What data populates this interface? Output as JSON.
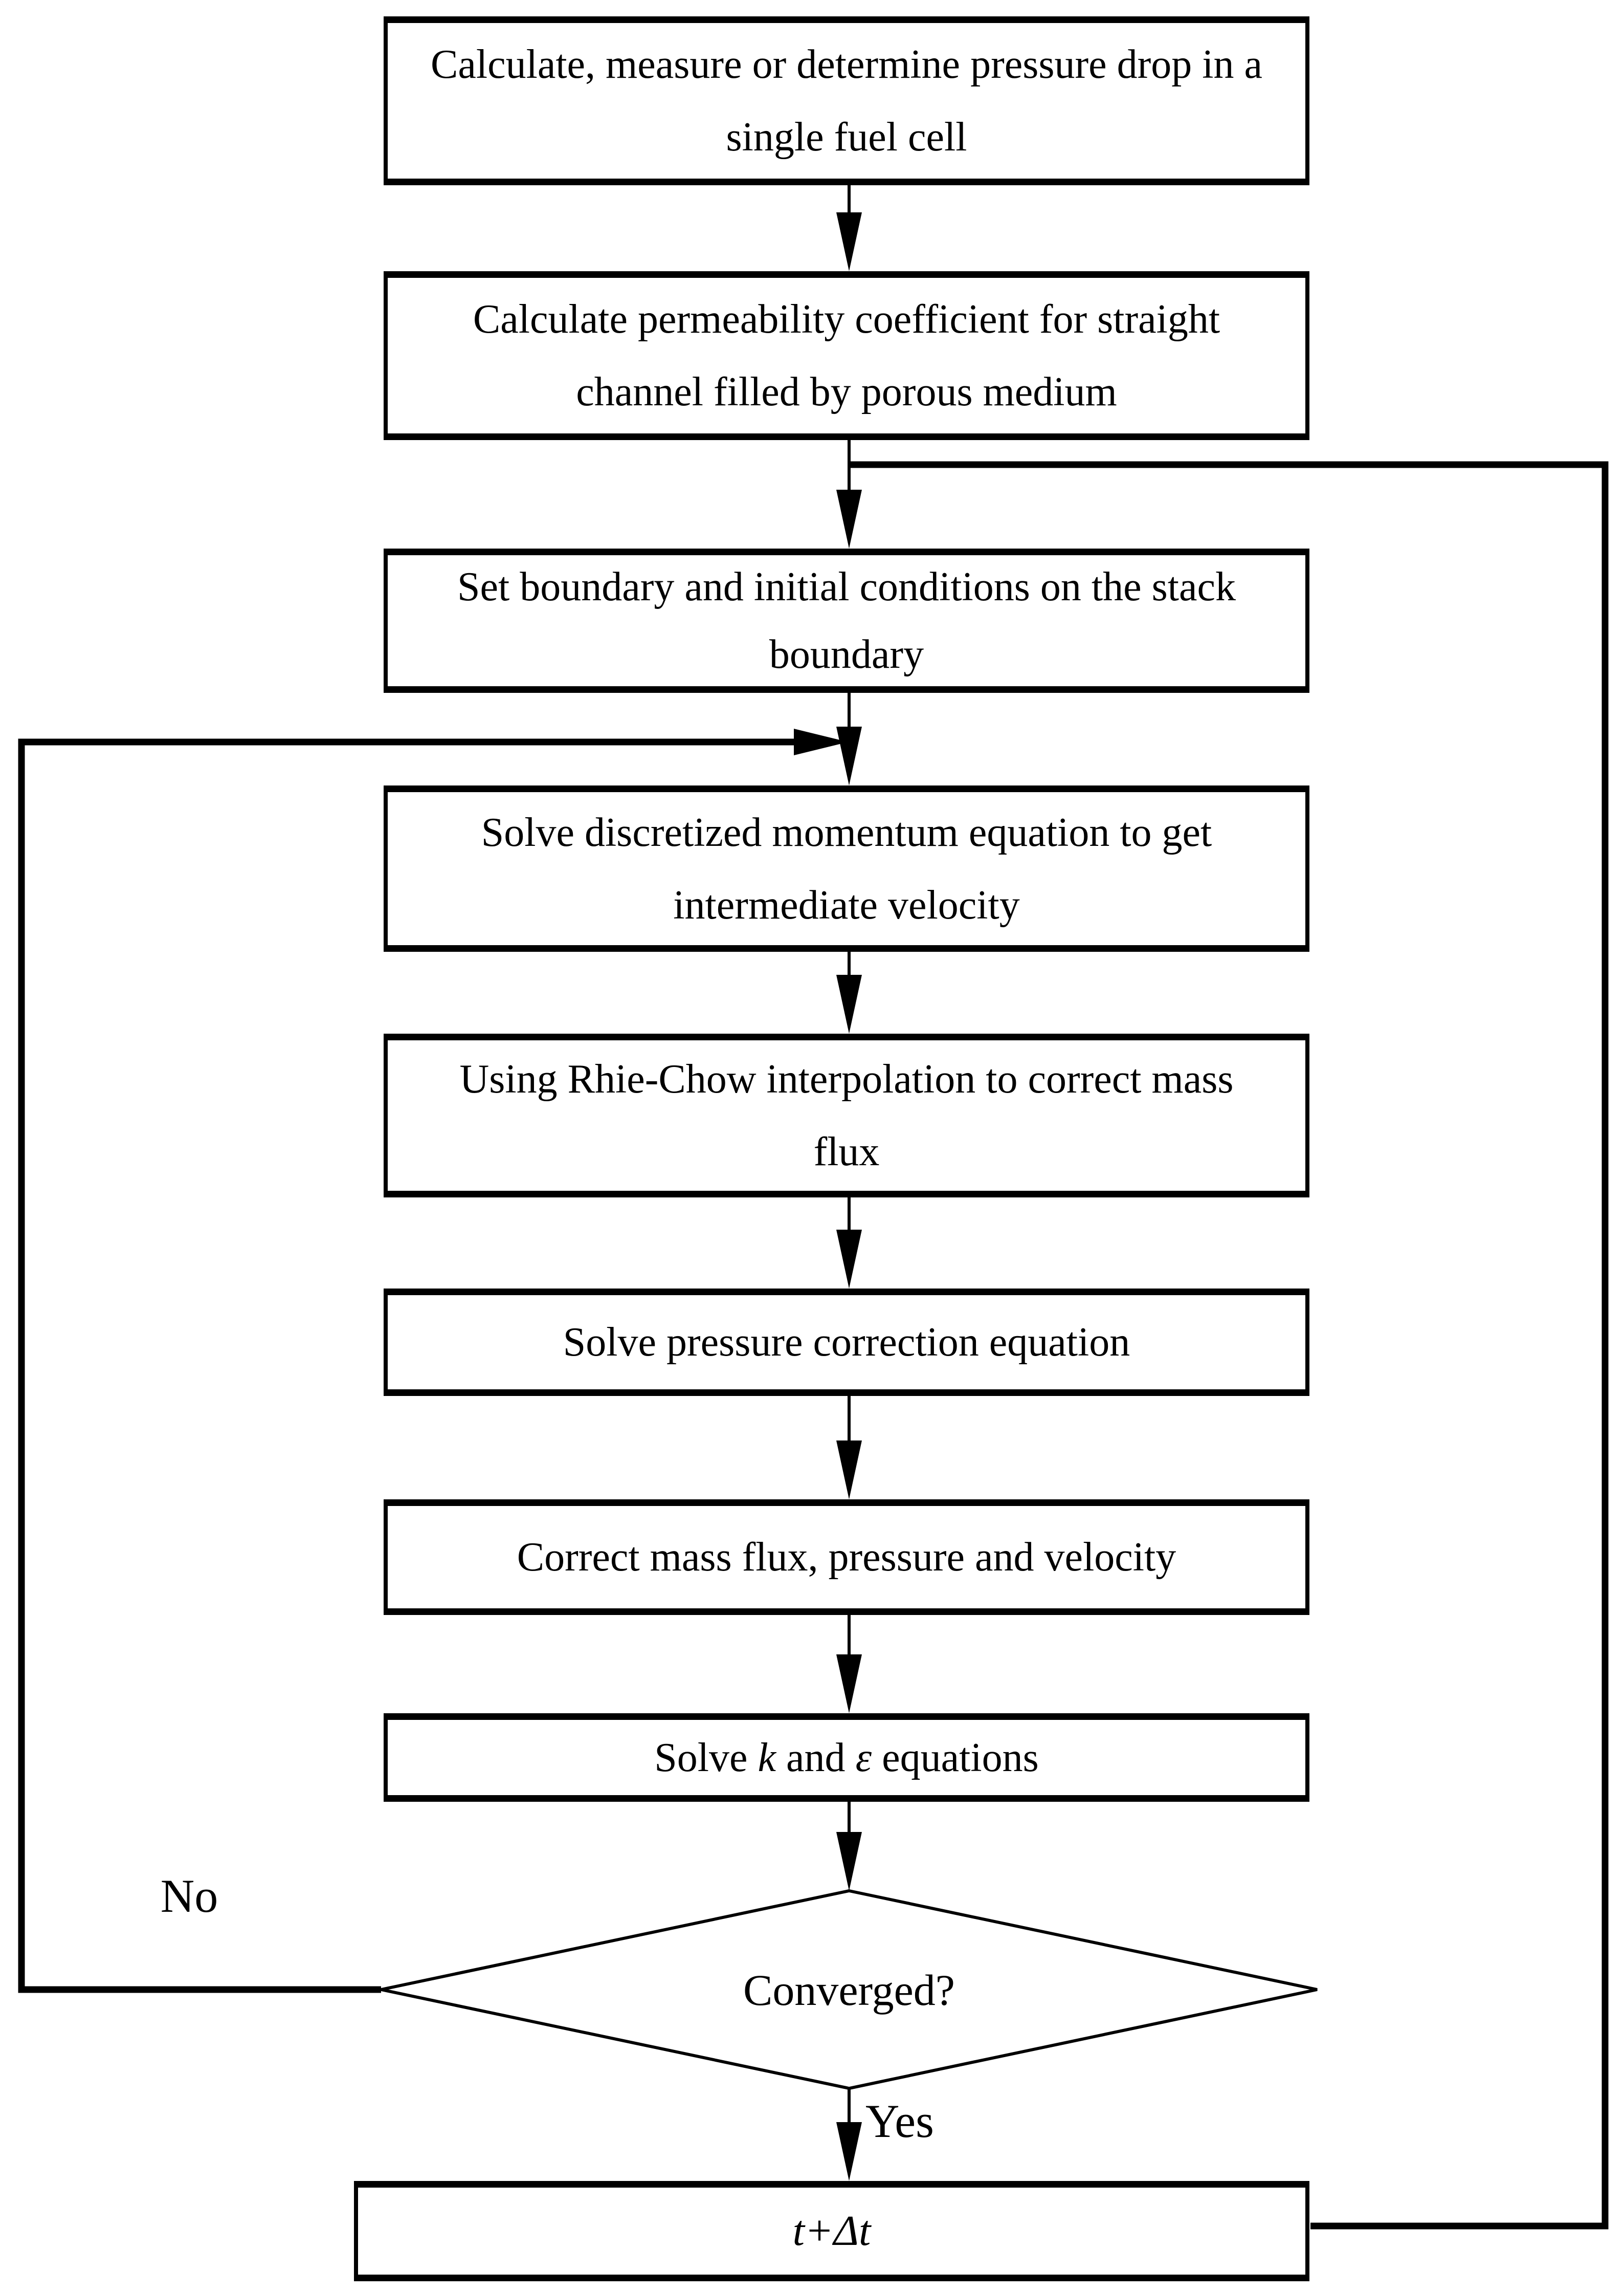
{
  "diagram": {
    "colors": {
      "ink": "#000000",
      "background": "#ffffff"
    },
    "nodes": [
      {
        "id": "calc-pressure-drop",
        "shape": "process",
        "lines": [
          "Calculate, measure or determine pressure drop in a",
          "single fuel cell"
        ]
      },
      {
        "id": "calc-permeability",
        "shape": "process",
        "lines": [
          "Calculate permeability coefficient for straight",
          "channel filled by porous medium"
        ]
      },
      {
        "id": "set-boundary-conditions",
        "shape": "process",
        "lines": [
          "Set boundary and initial conditions on the stack",
          "boundary"
        ]
      },
      {
        "id": "solve-momentum",
        "shape": "process",
        "lines": [
          "Solve discretized momentum equation to get",
          "intermediate velocity"
        ]
      },
      {
        "id": "rhie-chow-interpolation",
        "shape": "process",
        "lines": [
          "Using Rhie-Chow interpolation to correct mass",
          "flux"
        ]
      },
      {
        "id": "solve-pressure-correction",
        "shape": "process",
        "lines": [
          "Solve pressure correction equation"
        ]
      },
      {
        "id": "correct-mass-flux",
        "shape": "process",
        "lines": [
          "Correct mass flux, pressure and velocity"
        ]
      },
      {
        "id": "solve-k-epsilon",
        "shape": "process",
        "segments": [
          {
            "text": "Solve "
          },
          {
            "text": "k",
            "italic": true
          },
          {
            "text": " and "
          },
          {
            "text": "ε",
            "italic": true
          },
          {
            "text": " equations"
          }
        ]
      },
      {
        "id": "converged-decision",
        "shape": "decision",
        "lines": [
          "Converged?"
        ]
      },
      {
        "id": "time-step",
        "shape": "process",
        "italic": true,
        "lines": [
          "t+Δt"
        ]
      }
    ],
    "edge_labels": {
      "no": "No",
      "yes": "Yes"
    }
  }
}
